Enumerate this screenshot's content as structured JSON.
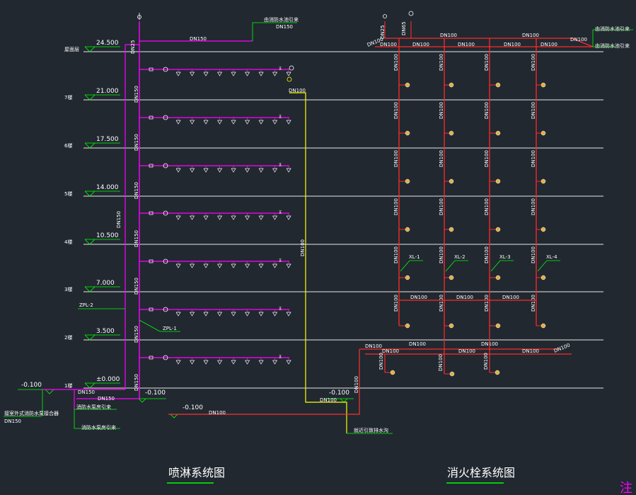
{
  "sprinkler_title": "喷淋系统图",
  "hydrant_title": "消火栓系统图",
  "corner_note": "注",
  "floors": [
    {
      "elev": "24.500",
      "name": "屋面层"
    },
    {
      "elev": "21.000",
      "name": "7楼"
    },
    {
      "elev": "17.500",
      "name": "6楼"
    },
    {
      "elev": "14.000",
      "name": "5楼"
    },
    {
      "elev": "10.500",
      "name": "4楼"
    },
    {
      "elev": "7.000",
      "name": "3楼"
    },
    {
      "elev": "3.500",
      "name": "2楼"
    },
    {
      "elev": "±0.000",
      "name": "1楼"
    }
  ],
  "sprinkler": {
    "top_main": "DN150",
    "roof_riser": "DN25",
    "riser_size": "DN150",
    "riser_main": "DN150",
    "bottom_size": "DN150",
    "bottom_size2": "DN150",
    "zpl1": "ZPL-1",
    "zpl2": "ZPL-2",
    "tank_note": "由消防水池引来",
    "tank_size": "DN150",
    "pump_note": "消防水泵房引来",
    "pump_note2": "消防水泵房引来",
    "adapter_note": "接室外式消防水泵接合器",
    "adapter_size": "DN150",
    "elev_outside": "-0.100",
    "elev_base": "-0.100",
    "elev_base2": "-0.100",
    "bottom_pipe": "DN100",
    "yellow_top": "DN100",
    "yellow_mid": "DN100",
    "yellow_bottom": "DN100",
    "drain_note": "就近引致排水沟",
    "elev_drain": "-0.100"
  },
  "hydrant": {
    "riser_labels": [
      "XL-1",
      "XL-2",
      "XL-3",
      "XL-4"
    ],
    "pipe_size": "DN100",
    "roof_size1": "DN25",
    "roof_size2": "DN65",
    "top_pipe": "DN100",
    "top_right": "DN100",
    "tank_note": "由消防水池引来",
    "tank_note2": "由消防水池引来",
    "bottom_diag": "DN100",
    "bottom_diag2": "DN100"
  }
}
